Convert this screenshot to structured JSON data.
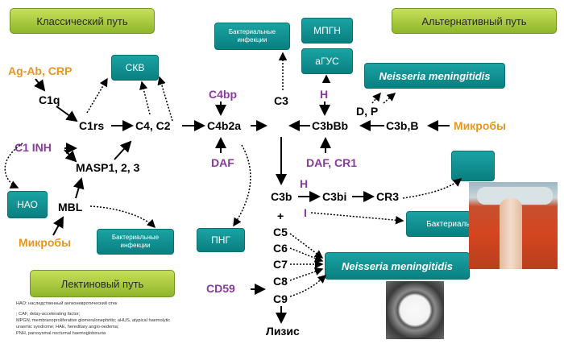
{
  "pathways": {
    "classic": "Классический путь",
    "alternative": "Альтернативный путь",
    "lectin": "Лектиновый путь"
  },
  "boxes": {
    "skv": "СКВ",
    "bact_top": "Бактериальные инфекции",
    "mpgn": "МПГН",
    "agus": "аГУС",
    "neisseria_top": "Neisseria meningitidis",
    "hao": "НАО",
    "bact_left": "Бактериальные инфекции",
    "png": "ПНГ",
    "bact_right": "Бактериальные инфекции",
    "neisseria_bottom": "Neisseria meningitidis",
    "empty_box": ""
  },
  "labels": {
    "agab": "Ag-Ab, CRP",
    "c1q": "C1q",
    "c1rs": "C1rs",
    "c4c2": "C4, C2",
    "c4b2a": "C4b2a",
    "c4bp": "C4bp",
    "c1inh": "C1 INH",
    "masp": "MASP1, 2, 3",
    "mbl": "MBL",
    "microbes_left": "Микробы",
    "daf_left": "DAF",
    "c3": "C3",
    "h_top": "H",
    "dp": "D, P",
    "c3bbb": "C3bBb",
    "c3bb": "C3b,B",
    "microbes_right": "Микробы",
    "daf_cr1": "DAF, CR1",
    "c3b": "C3b",
    "h_mid": "H",
    "c3bi": "C3bi",
    "cr3": "CR3",
    "i_label": "I",
    "plus": "+",
    "c5": "C5",
    "c6": "C6",
    "c7": "C7",
    "c8": "C8",
    "c9": "C9",
    "cd59": "CD59",
    "lysis": "Лизис"
  },
  "notes": [
    "НАО: наследственный ангионевротический отек",
    "; CAF, delay-accelerating factor;",
    "MPGN, membranoproliferative glomerulonephritis; aHUS, atypical haemolytic",
    "uraemic syndrome; HAE, hereditary angio-oedema;",
    "PNH, paroxysmal nocturnal haemoglobinuria"
  ],
  "colors": {
    "green": "#a5c83a",
    "teal": "#0e8c8c",
    "orange": "#e8961e",
    "purple": "#8a3a9e"
  }
}
